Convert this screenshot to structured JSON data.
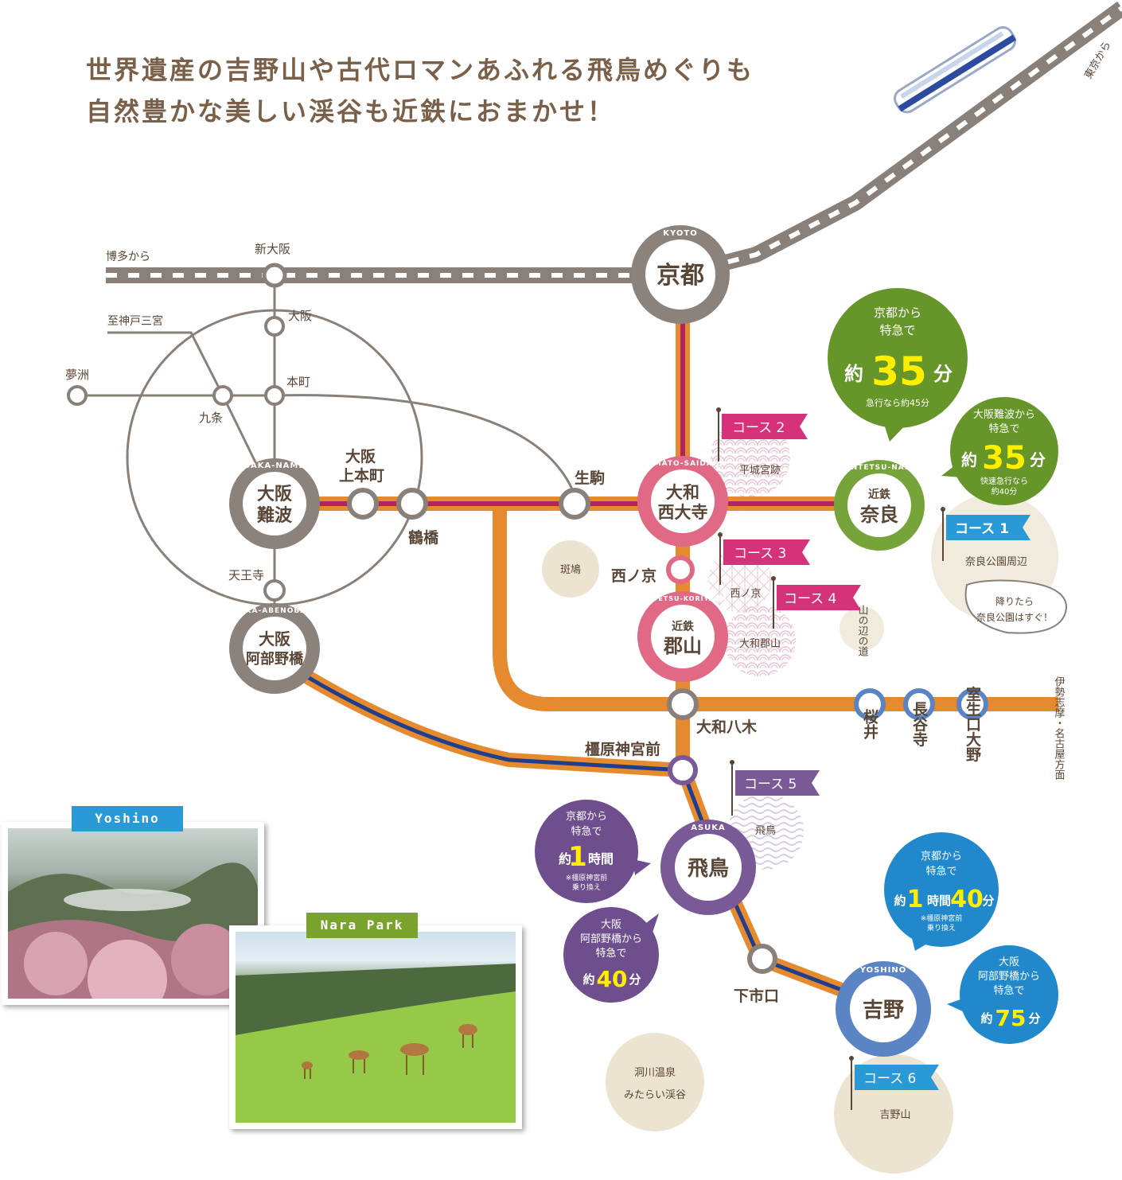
{
  "headline": {
    "line1": "世界遺産の吉野山や古代ロマンあふれる飛鳥めぐりも",
    "line2": "自然豊かな美しい渓谷も近鉄におまかせ！"
  },
  "colors": {
    "jr_line": "#8a807a",
    "kintetsu_nara": "#e58a2e",
    "namba_line": "#b2245e",
    "minami_osaka": "#1f3f8c",
    "station_gray": "#8c827c",
    "station_pink": "#e06a86",
    "station_green": "#76a43a",
    "station_purple": "#7a5a96",
    "station_blue": "#5a84c4",
    "course_pink": "#d6327a",
    "course_blue": "#2a9ad6",
    "bubble_green": "#66962a",
    "bubble_purple": "#6e4e8c",
    "bubble_blue": "#2288cc",
    "highlight_yellow": "#ffee00"
  },
  "directions": {
    "tokyo": "東京から",
    "hakata": "博多から",
    "kobe": "至神戸三宮",
    "ise": "伊勢志摩・名古屋方面"
  },
  "stations": {
    "kyoto": {
      "roman": "KYOTO",
      "name": "京都"
    },
    "shin_osaka": "新大阪",
    "osaka": "大阪",
    "yumeshima": "夢洲",
    "honmachi": "本町",
    "kujo": "九条",
    "namba": {
      "roman": "OSAKA-NAMBA",
      "line1": "大阪",
      "line2": "難波"
    },
    "uehonmachi": {
      "line1": "大阪",
      "line2": "上本町"
    },
    "tsuruhashi": "鶴橋",
    "ikoma": "生駒",
    "saidaiji": {
      "roman": "YAMATO-SAIDAIJI",
      "line1": "大和",
      "line2": "西大寺"
    },
    "nara": {
      "roman": "KINTETSU-NARA",
      "line1": "近鉄",
      "line2": "奈良"
    },
    "nishinokyo": "西ノ京",
    "koriyama": {
      "roman": "KINTETSU-KORIYAMA",
      "line1": "近鉄",
      "line2": "郡山"
    },
    "tennoji": "天王寺",
    "abenobashi": {
      "roman": "OSAKA-ABENOBASHI",
      "line1": "大阪",
      "line2": "阿部野橋"
    },
    "yagi": "大和八木",
    "sakurai": "桜井",
    "hasedera": "長谷寺",
    "murouguchi": "室生口大野",
    "kashiharajingu": "橿原神宮前",
    "asuka": {
      "roman": "ASUKA",
      "name": "飛鳥"
    },
    "shimoichiguchi": "下市口",
    "yoshino": {
      "roman": "YOSHINO",
      "name": "吉野"
    }
  },
  "spots": {
    "ikaruga": "斑鳩",
    "heijo": "平城宮跡",
    "nishinokyo_area": "西ノ京",
    "koriyama_area": "大和郡山",
    "yamanobe": "山の辺の道",
    "nara_park": "奈良公園周辺",
    "asuka_area": "飛鳥",
    "dorogawa_line1": "洞川温泉",
    "dorogawa_line2": "みたらい渓谷",
    "yoshinoyama": "吉野山"
  },
  "courses": {
    "c1": "コース 1",
    "c2": "コース 2",
    "c3": "コース 3",
    "c4": "コース 4",
    "c5": "コース 5",
    "c6": "コース 6"
  },
  "speech": {
    "nara_park_line1": "降りたら",
    "nara_park_line2": "奈良公園はすぐ！"
  },
  "bubbles": {
    "kyoto_nara": {
      "line1": "京都から",
      "line2": "特急で",
      "pre": "約",
      "num": "35",
      "unit": "分",
      "note": "急行なら約45分"
    },
    "namba_nara": {
      "line1": "大阪難波から",
      "line2": "特急で",
      "pre": "約",
      "num": "35",
      "unit": "分",
      "note1": "快速急行なら",
      "note2": "約40分"
    },
    "kyoto_asuka": {
      "line1": "京都から",
      "line2": "特急で",
      "pre": "約",
      "num": "1",
      "unit": "時間",
      "note1": "※橿原神宮前",
      "note2": "乗り換え"
    },
    "abeno_asuka": {
      "line1": "大阪",
      "line2": "阿部野橋から",
      "line3": "特急で",
      "pre": "約",
      "num": "40",
      "unit": "分"
    },
    "kyoto_yoshino": {
      "line1": "京都から",
      "line2": "特急で",
      "pre": "約",
      "num1": "1",
      "mid": "時間",
      "num2": "40",
      "unit": "分",
      "note1": "※橿原神宮前",
      "note2": "乗り換え"
    },
    "abeno_yoshino": {
      "line1": "大阪",
      "line2": "阿部野橋から",
      "line3": "特急で",
      "pre": "約",
      "num": "75",
      "unit": "分"
    }
  },
  "photos": {
    "yoshino_tag": "Yoshino",
    "narapark_tag": "Nara Park"
  }
}
